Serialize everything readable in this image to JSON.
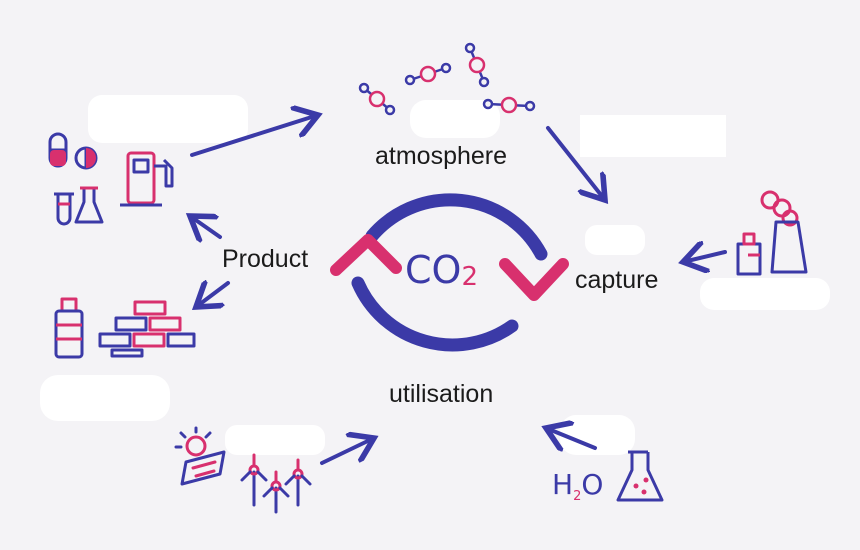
{
  "labels": {
    "atmosphere": "atmosphere",
    "capture": "capture",
    "utilisation": "utilisation",
    "product": "Product",
    "co2_main": "CO",
    "co2_sub": "2"
  },
  "icons": {
    "water_main": "H",
    "water_sub": "2",
    "water_end": "O"
  },
  "colors": {
    "blue": "#3b3aa7",
    "pink": "#d8306e",
    "background": "#f4f3f6",
    "text": "#1b1b1b"
  }
}
